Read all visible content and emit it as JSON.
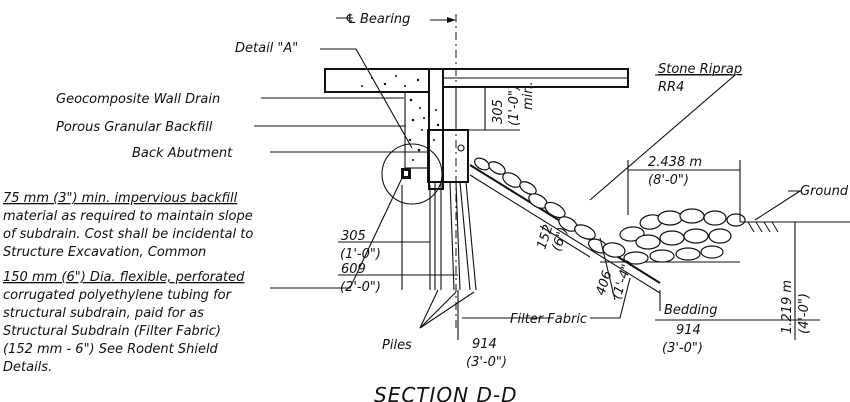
{
  "labels": {
    "bearing": "Bearing",
    "bearing_symbol": "℄",
    "detail_a": "Detail \"A\"",
    "geocomposite": "Geocomposite Wall Drain",
    "porous": "Porous Granular Backfill",
    "back_abutment": "Back Abutment",
    "stone_riprap": "Stone Riprap",
    "rr4": "RR4",
    "ground": "Ground",
    "dim_2438_m": "2.438 m",
    "dim_8_0": "(8'-0\")",
    "dim_305_top": "305",
    "dim_1_0_min": "(1'-0\")",
    "dim_min": "min.",
    "dim_305_left": "305",
    "dim_1_0_left": "(1'-0\")",
    "dim_609": "609",
    "dim_2_0": "(2'-0\")",
    "dim_152": "152",
    "dim_6in": "(6\")",
    "dim_406": "406",
    "dim_1_4": "(1'-4\")",
    "dim_1219": "1.219 m",
    "dim_4_0": "(4'-0\")",
    "bedding": "Bedding",
    "dim_914_right": "914",
    "dim_3_0_right": "(3'-0\")",
    "filter_fabric": "Filter Fabric",
    "piles": "Piles",
    "dim_914_mid": "914",
    "dim_3_0_mid": "(3'-0\")",
    "section": "SECTION D-D"
  },
  "notes": {
    "note1_line1": "75 mm (3\") min. impervious backfill",
    "note1_line2": "material as required to maintain slope",
    "note1_line3": "of subdrain. Cost shall be incidental to",
    "note1_line4": "Structure Excavation, Common",
    "note2_line1": "150 mm (6\") Dia. flexible, perforated",
    "note2_line2": "corrugated polyethylene tubing for",
    "note2_line3": "structural subdrain, paid for as",
    "note2_line4": "Structural Subdrain (Filter Fabric)",
    "note2_line5": "(152 mm - 6\")  See Rodent Shield",
    "note2_line6": "Details."
  }
}
